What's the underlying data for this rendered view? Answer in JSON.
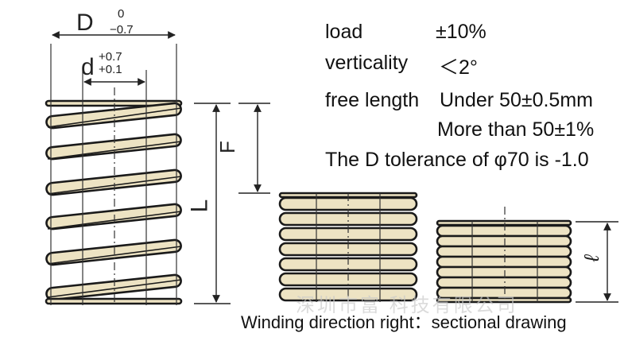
{
  "specs": {
    "load": {
      "label": "load",
      "value": "±10%"
    },
    "verticality": {
      "label": "verticality",
      "value": "＜2°"
    },
    "free_length": {
      "label": "free length",
      "under": "Under 50±0.5mm",
      "more": "More than 50±1%"
    },
    "d_tolerance": "The D tolerance of φ70 is -1.0"
  },
  "dimensions": {
    "D": {
      "symbol": "D",
      "upper": "0",
      "lower": "−0.7"
    },
    "d": {
      "symbol": "d",
      "upper": "+0.7",
      "lower": "+0.1"
    },
    "L": "L",
    "F": "F",
    "l": "ℓ"
  },
  "caption": "Winding direction right：sectional drawing",
  "watermark": "深圳市富  科技有限公司",
  "colors": {
    "wire_fill": "#ede3c3",
    "wire_stroke": "#1a1a1a",
    "line": "#222222"
  }
}
